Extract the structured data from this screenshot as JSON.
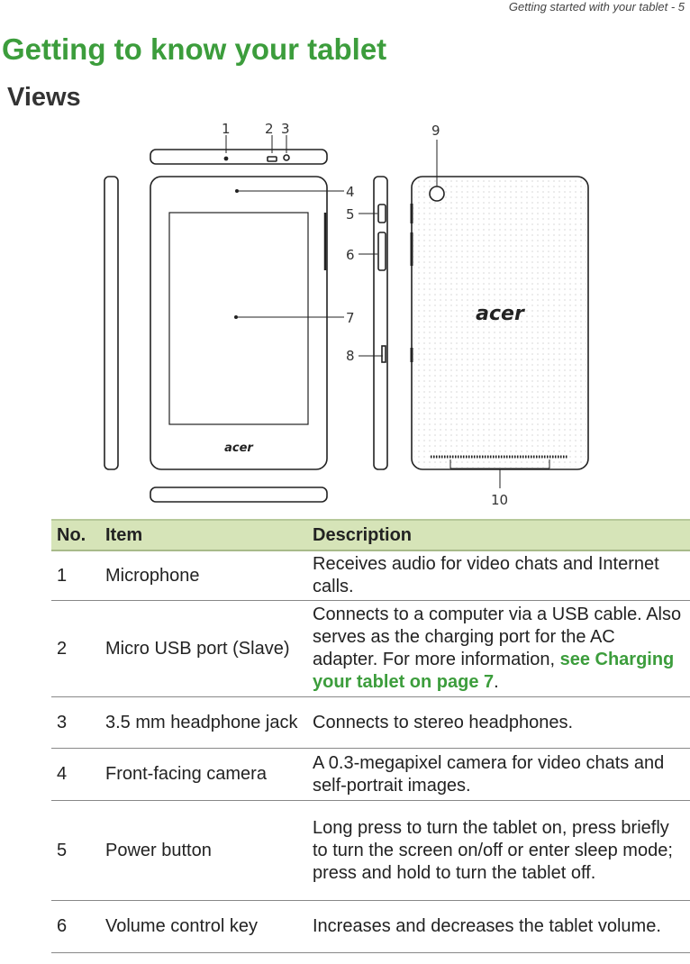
{
  "header": {
    "running_header": "Getting started with your tablet - 5"
  },
  "title": "Getting to know your tablet",
  "section": "Views",
  "diagram": {
    "callouts": [
      "1",
      "2",
      "3",
      "4",
      "5",
      "6",
      "7",
      "8",
      "9",
      "10"
    ],
    "front_logo": "acer",
    "back_logo": "acer"
  },
  "table": {
    "headers": [
      "No.",
      "Item",
      "Description"
    ],
    "rows": [
      {
        "no": "1",
        "item": "Microphone",
        "description": "Receives audio for video chats and Internet calls."
      },
      {
        "no": "2",
        "item": "Micro USB port (Slave)",
        "description": "Connects to a computer via a USB cable. Also serves as the charging port for the AC adapter. For more information, ",
        "link": "see Charging your tablet on page 7",
        "suffix": "."
      },
      {
        "no": "3",
        "item": "3.5 mm headphone jack",
        "description": "Connects to stereo headphones."
      },
      {
        "no": "4",
        "item": "Front-facing camera",
        "description": "A 0.3-megapixel camera for video chats and self-portrait images."
      },
      {
        "no": "5",
        "item": "Power button",
        "description": "Long press to turn the tablet on, press briefly to turn the screen on/off or enter sleep mode; press and hold to turn the tablet off."
      },
      {
        "no": "6",
        "item": "Volume control key",
        "description": "Increases and decreases the tablet volume."
      }
    ]
  }
}
